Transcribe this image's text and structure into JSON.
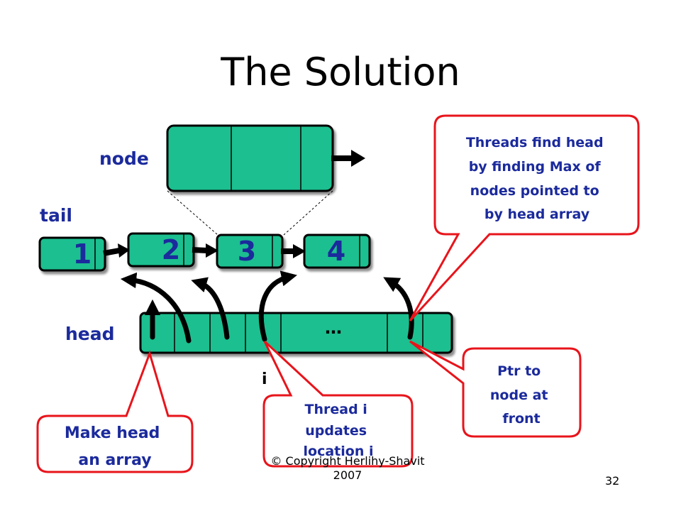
{
  "slide": {
    "title": "The Solution",
    "page_number": "32",
    "footer": {
      "line1": "© Copyright Herlihy-Shavit",
      "line2": "2007"
    }
  },
  "labels": {
    "node": "node",
    "tail": "tail",
    "head": "head",
    "index": "i",
    "ellipsis": "…"
  },
  "list_nodes": [
    "1",
    "2",
    "3",
    "4"
  ],
  "callouts": {
    "find_head": [
      "Threads find head",
      "by finding Max of",
      "nodes pointed to",
      "by head array"
    ],
    "ptr_front": [
      "Ptr to",
      "node at",
      "front"
    ],
    "thread_i": [
      "Thread i",
      "updates",
      "location i"
    ],
    "make_array": [
      "Make head",
      "an array"
    ]
  },
  "colors": {
    "node_fill": "#1fbf8f",
    "callout_border": "#e8141b",
    "callout_text": "#1b2a9c",
    "label_text": "#1b2a9c",
    "stroke": "#000000"
  }
}
